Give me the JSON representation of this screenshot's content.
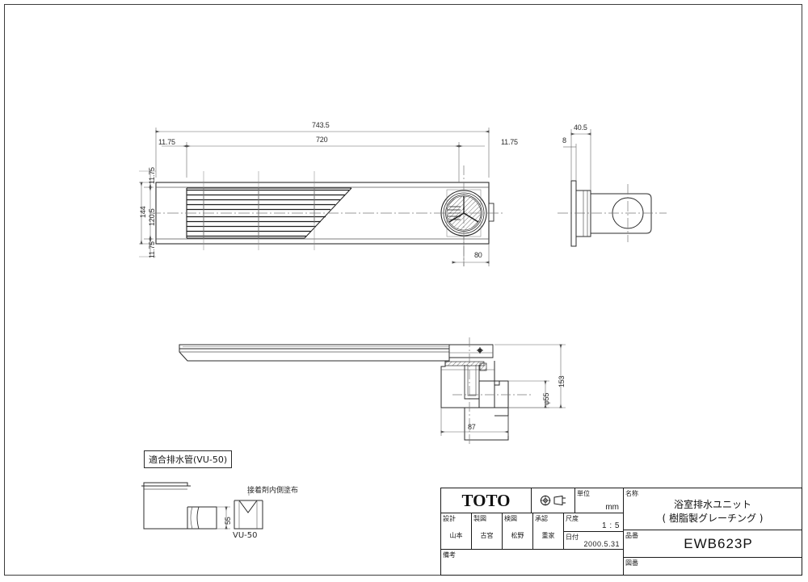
{
  "drawing": {
    "brand": "TOTO",
    "unit_label": "単位",
    "unit_value": "mm",
    "scale_label": "尺度",
    "scale_value": "1 : 5",
    "date_label": "日付",
    "date_value": "2000.5.31",
    "name_label": "名称",
    "name_line1": "浴室排水ユニット",
    "name_line2": "( 樹脂製グレーチング )",
    "model_label": "品番",
    "model_value": "EWB623P",
    "figure_label": "図番",
    "figure_value": "",
    "remarks_label": "備考",
    "remarks_value": "",
    "roles": [
      {
        "role": "設計",
        "name": "山本"
      },
      {
        "role": "製図",
        "name": "古宮"
      },
      {
        "role": "検図",
        "name": "松野"
      },
      {
        "role": "承認",
        "name": "重家"
      }
    ]
  },
  "top_view": {
    "dims": {
      "overall_length": "743.5",
      "grate_length": "720",
      "flange_left": "11.75",
      "flange_right": "11.75",
      "overall_width": "144",
      "inner_width": "120.5",
      "flange_top": "11.75",
      "flange_bottom": "11.75",
      "drain_offset": "80"
    }
  },
  "side_view": {
    "dims": {
      "depth": "40.5",
      "flange_thickness": "8"
    }
  },
  "section_view": {
    "dims": {
      "height": "153",
      "outlet_diameter": "φ55",
      "outlet_length": "87"
    }
  },
  "pipe_detail": {
    "title": "適合排水管(VU-50)",
    "adhesive_note": "接着剤内側塗布",
    "pipe_label": "VU-50",
    "socket_depth": "55"
  },
  "colors": {
    "line": "#2b2b2b",
    "thin_line": "#555555",
    "frame": "#3c3c3c",
    "center_line": "#777777"
  }
}
